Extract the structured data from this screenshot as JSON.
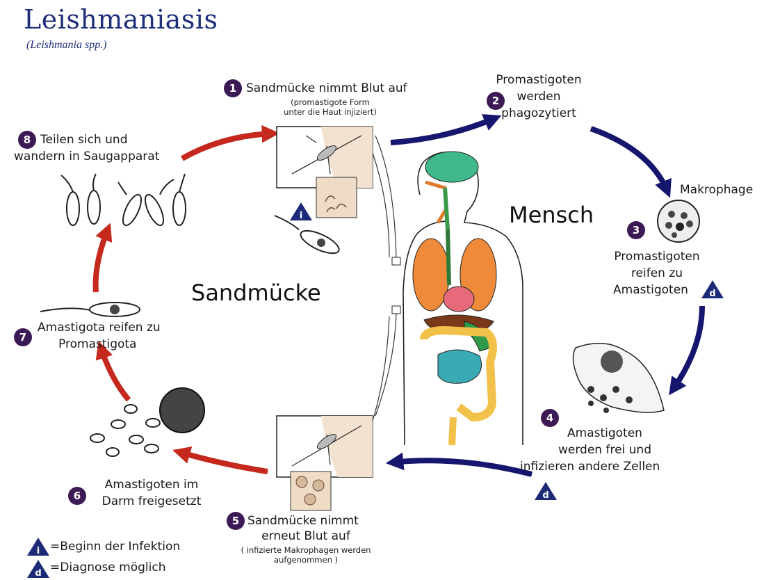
{
  "header": {
    "title": "Leishmaniasis",
    "subtitle": "(Leishmania spp.)"
  },
  "regions": {
    "human": "Mensch",
    "sandfly": "Sandmücke"
  },
  "steps": [
    {
      "number": "1",
      "label": "Sandmücke nimmt Blut auf",
      "detail_1": "(promastigote Form",
      "detail_2": "unter die Haut injiziert)"
    },
    {
      "number": "2",
      "label_1": "Promastigoten",
      "label_2": "werden",
      "label_3": "phagozytiert"
    },
    {
      "number": "3",
      "label_1": "Promastigoten",
      "label_2": "reifen zu",
      "label_3": "Amastigoten",
      "annotation": "Makrophage"
    },
    {
      "number": "4",
      "label_1": "Amastigoten",
      "label_2": "werden frei und",
      "label_3": "infizieren andere Zellen"
    },
    {
      "number": "5",
      "label_1": "Sandmücke nimmt",
      "label_2": "erneut Blut auf",
      "detail_1": "( infizierte Makrophagen werden",
      "detail_2": "aufgenommen )"
    },
    {
      "number": "6",
      "label_1": "Amastigoten im",
      "label_2": "Darm freigesetzt"
    },
    {
      "number": "7",
      "label_1": "Amastigota reifen zu",
      "label_2": "Promastigota"
    },
    {
      "number": "8",
      "label_1": "Teilen sich und",
      "label_2": "wandern in Saugapparat"
    }
  ],
  "badges": {
    "infection": "i",
    "diagnosis": "d"
  },
  "legend": {
    "infection_label": "=Beginn der Infektion",
    "diagnosis_label": "=Diagnose möglich"
  },
  "colors": {
    "human_arrows": "#16166e",
    "sandfly_arrows": "#c5281c",
    "step_circle": "#3b1a55",
    "title": "#1f2f7a",
    "badge": "#1c2a78"
  }
}
